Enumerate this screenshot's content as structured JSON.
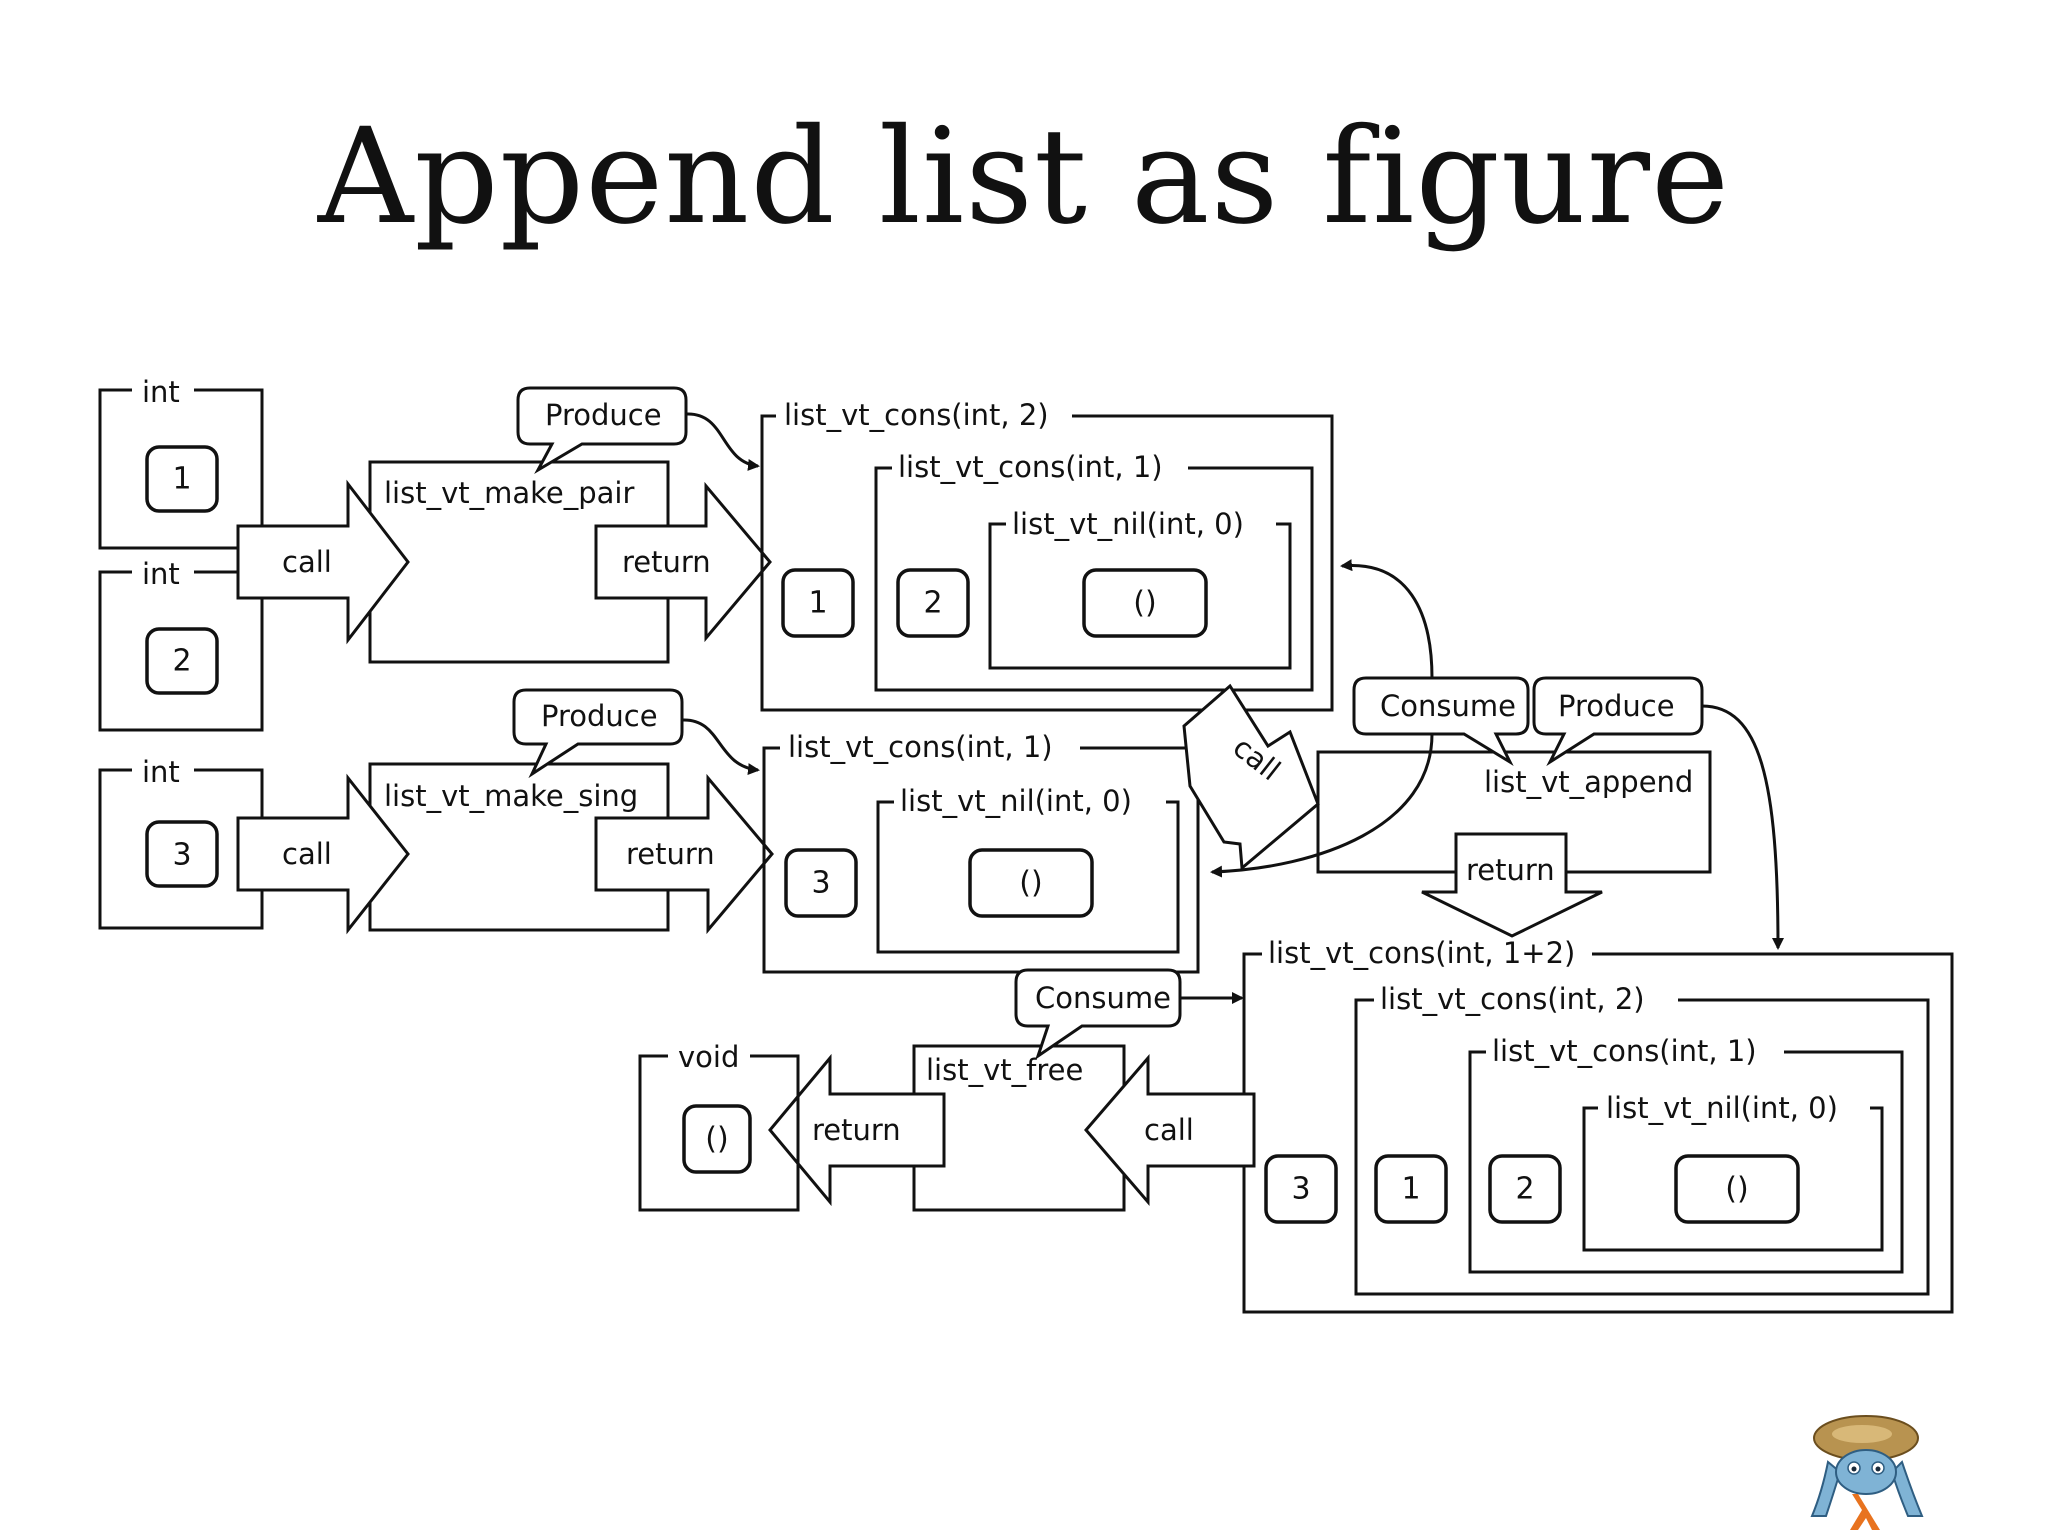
{
  "slide": {
    "title": "Append list as figure"
  },
  "labels": {
    "int_1": "int",
    "int_2": "int",
    "int_3": "int",
    "void": "void",
    "val_1": "1",
    "val_2": "2",
    "val_3": "3",
    "val_unit": "()",
    "call": "call",
    "return": "return",
    "produce": "Produce",
    "consume": "Consume",
    "make_pair": "list_vt_make_pair",
    "make_sing": "list_vt_make_sing",
    "append": "list_vt_append",
    "free": "list_vt_free",
    "cons_int_2": "list_vt_cons(int, 2)",
    "cons_int_1": "list_vt_cons(int, 1)",
    "nil_int_0": "list_vt_nil(int, 0)",
    "cons_int_1_2": "list_vt_cons(int, 1+2)",
    "pair_list": {
      "n1": "1",
      "n2": "2",
      "unit": "()"
    },
    "sing_list": {
      "n3": "3",
      "unit": "()"
    },
    "result_list": {
      "n3": "3",
      "n1": "1",
      "n2": "2",
      "unit": "()"
    }
  },
  "colors": {
    "ink": "#111111",
    "background": "#ffffff",
    "logo_shell": "#b89350",
    "logo_body": "#7fb3d5",
    "logo_lambda": "#e8731f"
  },
  "icons": {
    "logo": "ats-crab-mascot-logo"
  }
}
